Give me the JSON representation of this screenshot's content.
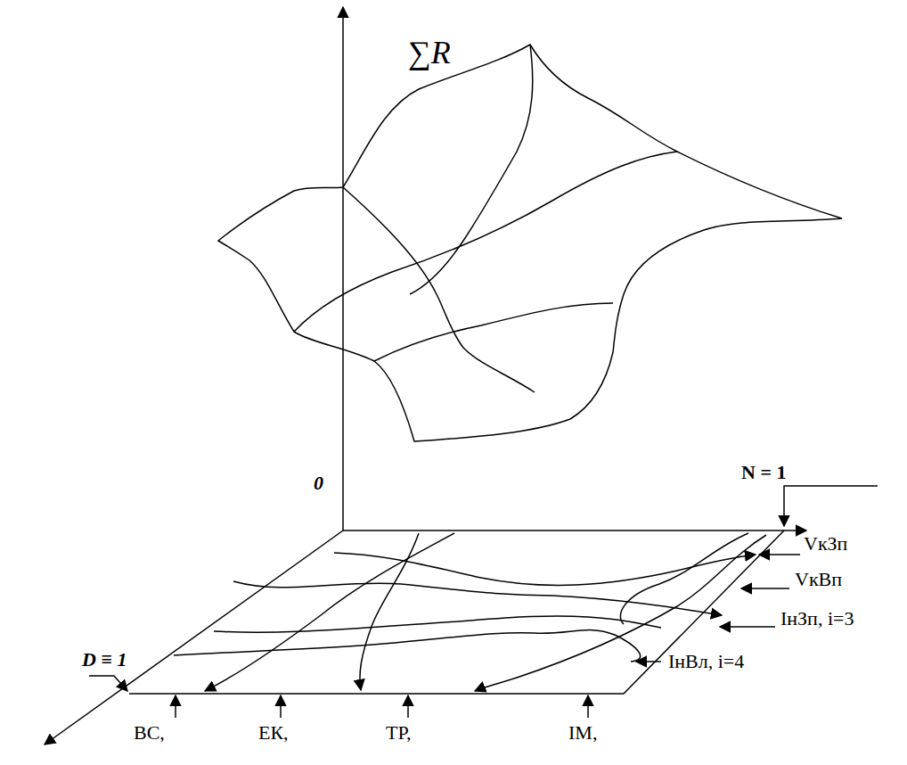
{
  "diagram": {
    "labels": [
      "∑R",
      "0",
      "N = 1",
      "D ≡ 1",
      "VкЗп",
      "VкВп",
      "IнЗп, i=3",
      "IнВл, i=4",
      "ВС,",
      "ЕК,",
      "ТР,",
      "ІМ,"
    ]
  }
}
